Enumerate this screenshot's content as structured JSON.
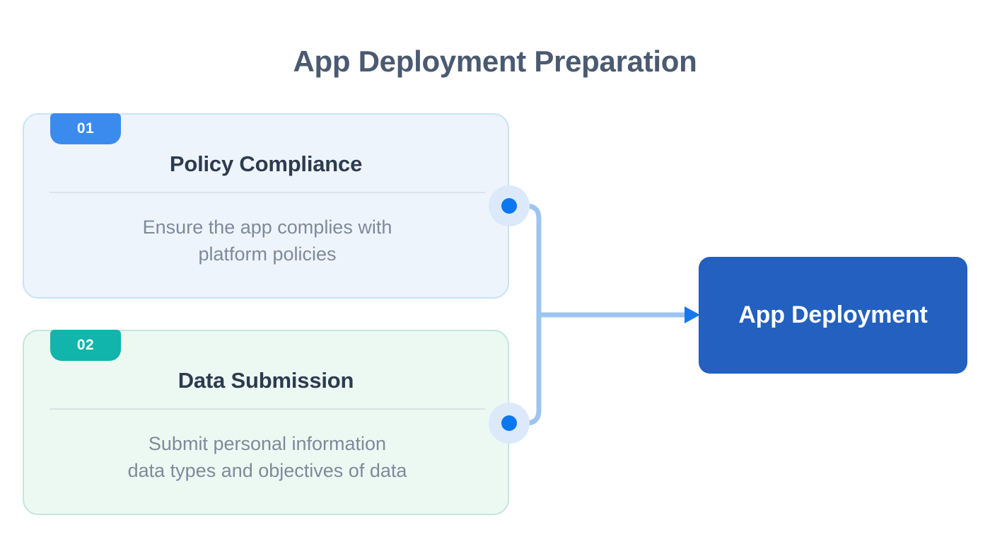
{
  "page": {
    "title": "App Deployment Preparation",
    "background_color": "#ffffff",
    "title_color": "#4a5a70"
  },
  "steps": [
    {
      "number": "01",
      "title": "Policy Compliance",
      "body": "Ensure the app complies with\nplatform policies",
      "body_line_1": "Ensure the app complies with",
      "body_line_2": "platform policies",
      "badge_color": "#3b8bef",
      "card_background": "#eef4fc",
      "card_border": "#c7e4f8"
    },
    {
      "number": "02",
      "title": "Data Submission",
      "body": "Submit personal information\ndata types and objectives of data",
      "body_line_1": "Submit personal information",
      "body_line_2": "data types and objectives of data",
      "badge_color": "#11b5ab",
      "card_background": "#ecf9f3",
      "card_border": "#c3e6de"
    }
  ],
  "connectors": {
    "node_halo_color": "#dbe9fa",
    "node_dot_color": "#0a78f0",
    "line_color": "#9ec4f0",
    "arrow_color": "#1677ef"
  },
  "destination": {
    "label": "App Deployment",
    "background_color": "#2360bf",
    "text_color": "#ffffff"
  }
}
